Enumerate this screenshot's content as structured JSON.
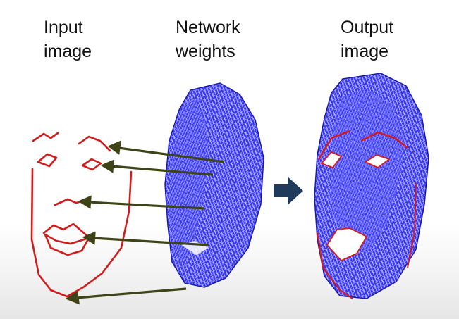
{
  "labels": {
    "input": [
      "Input",
      "image"
    ],
    "weights": [
      "Network",
      "weights"
    ],
    "output": [
      "Output",
      "image"
    ]
  },
  "colors": {
    "sketch": "#d21c1c",
    "mesh": "#2b2bff",
    "mesh_dark": "#0b0b8a",
    "arrow": "#3f4418",
    "process_arrow": "#1f3a5a"
  }
}
